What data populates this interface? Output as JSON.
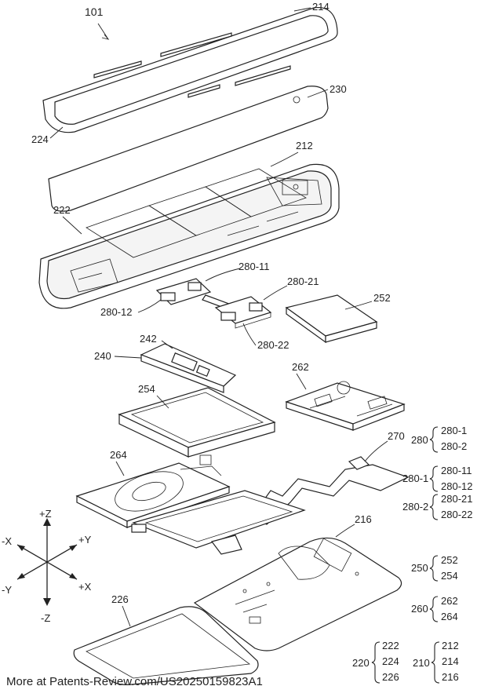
{
  "figure": {
    "assembly_ref": "101",
    "parts": {
      "p214": "214",
      "p224": "224",
      "p230": "230",
      "p212": "212",
      "p222": "222",
      "p280_11": "280-11",
      "p280_12": "280-12",
      "p280_21": "280-21",
      "p280_22": "280-22",
      "p252": "252",
      "p242": "242",
      "p240": "240",
      "p262": "262",
      "p254": "254",
      "p264": "264",
      "p270": "270",
      "p216": "216",
      "p226": "226"
    },
    "groups": {
      "g280": {
        "ref": "280",
        "items": [
          "280-1",
          "280-2"
        ]
      },
      "g280_1": {
        "ref": "280-1",
        "items": [
          "280-11",
          "280-12"
        ]
      },
      "g280_2": {
        "ref": "280-2",
        "items": [
          "280-21",
          "280-22"
        ]
      },
      "g250": {
        "ref": "250",
        "items": [
          "252",
          "254"
        ]
      },
      "g260": {
        "ref": "260",
        "items": [
          "262",
          "264"
        ]
      },
      "g220": {
        "ref": "220",
        "items": [
          "222",
          "224",
          "226"
        ]
      },
      "g210": {
        "ref": "210",
        "items": [
          "212",
          "214",
          "216"
        ]
      }
    },
    "axes": {
      "pz": "+Z",
      "nz": "-Z",
      "nx": "-X",
      "px": "+X",
      "py": "+Y",
      "ny": "-Y"
    }
  },
  "footer": {
    "text": "More at Patents-Review.com/US20250159823A1"
  }
}
